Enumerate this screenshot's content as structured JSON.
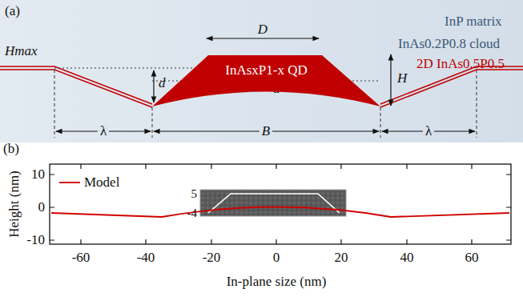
{
  "diagram": {
    "nodes": [
      {
        "text": [
          "InAsxP1-x QD"
        ]
      }
    ],
    "labels": [
      "(a)",
      "InP matrix",
      "InAs0.2P0.8 cloud",
      "2D InAs0.5P0.5",
      "Hmax",
      "d",
      "d",
      "D",
      "H",
      "B",
      "λ",
      "λ",
      "(b)",
      "10",
      "0",
      "-10",
      "5",
      "-4",
      "-60",
      "-40",
      "-20",
      "0",
      "20",
      "40",
      "60",
      "Height (nm)",
      "In-plane size (nm)"
    ],
    "legend": [
      {
        "text": "Model"
      }
    ]
  }
}
